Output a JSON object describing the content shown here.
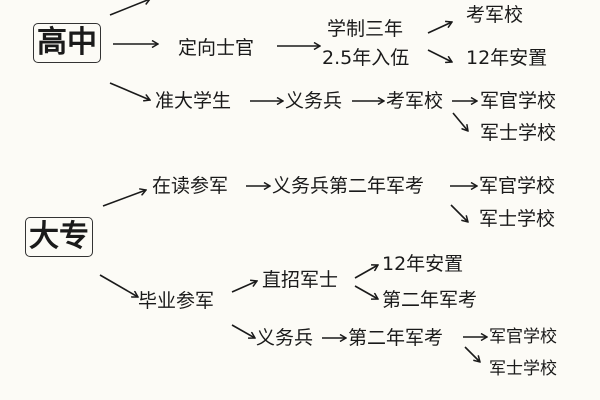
{
  "high_school": {
    "label": "高中",
    "directed": "定向士官",
    "directed_years": "学制三年",
    "directed_enlist": "2.5年入伍",
    "exam_school": "考军校",
    "placement": "12年安置",
    "prep": "准大学生",
    "compulsory": "义务兵",
    "prep_exam": "考军校",
    "officer_school": "军官学校",
    "nco_school": "军士学校"
  },
  "college": {
    "label": "大专",
    "studying": "在读参军",
    "studying_path": "义务兵第二年军考",
    "officer_school": "军官学校",
    "nco_school": "军士学校",
    "graduate": "毕业参军",
    "direct_nco": "直招军士",
    "placement": "12年安置",
    "second_year_exam": "第二年军考",
    "compulsory": "义务兵",
    "compulsory_exam": "第二年军考",
    "officer_school_2": "军官学校",
    "nco_school_2": "军士学校"
  }
}
